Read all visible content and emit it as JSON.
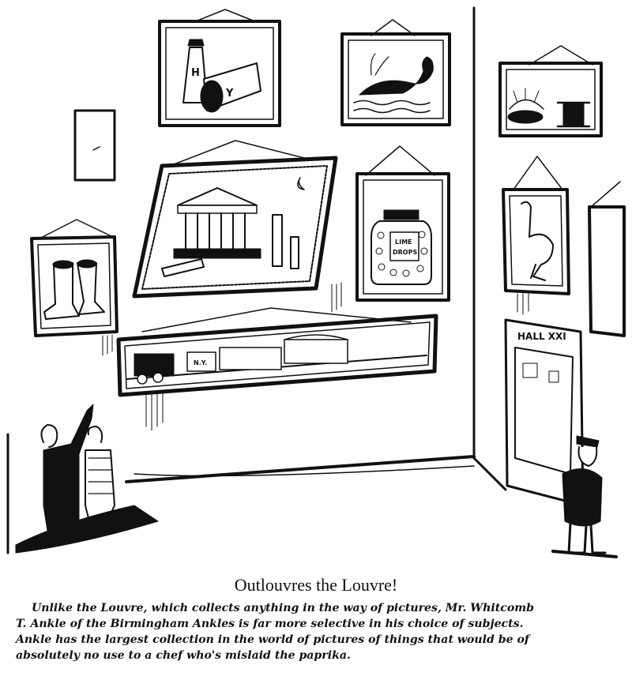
{
  "caption": {
    "title": "Outlouvres the Louvre!",
    "lines": [
      "Unlike the Louvre, which collects anything in the way of pictures, Mr. Whitcomb",
      "T. Ankle of the Birmingham Ankles is far more selective in his choice of subjects.",
      "Ankle has the largest collection in the world of pictures of things that would be of",
      "absolutely no use to a chef who's mislaid the paprika."
    ]
  },
  "artwork": {
    "hall_sign": "HALL XXI",
    "jar_label": [
      "LIME",
      "DROPS"
    ],
    "megaphone_letters": [
      "H",
      "Y"
    ],
    "train_car_label": "N.Y."
  }
}
